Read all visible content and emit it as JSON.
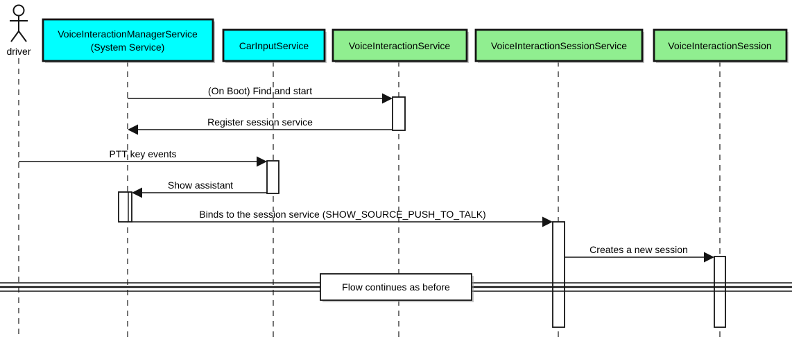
{
  "actor": {
    "name": "driver"
  },
  "participants": [
    {
      "line1": "VoiceInteractionManagerService",
      "line2": "(System Service)",
      "fill_key": "system_service_fill"
    },
    {
      "name": "CarInputService",
      "fill_key": "system_service_fill"
    },
    {
      "name": "VoiceInteractionService",
      "fill_key": "service_fill"
    },
    {
      "name": "VoiceInteractionSessionService",
      "fill_key": "service_fill"
    },
    {
      "name": "VoiceInteractionSession",
      "fill_key": "service_fill"
    }
  ],
  "messages": [
    {
      "label": "(On Boot) Find and start",
      "from": "VoiceInteractionManagerService (System Service)",
      "to": "VoiceInteractionService"
    },
    {
      "label": "Register session service",
      "from": "VoiceInteractionService",
      "to": "VoiceInteractionManagerService (System Service)"
    },
    {
      "label": "PTT key events",
      "from": "driver",
      "to": "CarInputService"
    },
    {
      "label": "Show assistant",
      "from": "CarInputService",
      "to": "VoiceInteractionManagerService (System Service)"
    },
    {
      "label": "Binds to the session service (SHOW_SOURCE_PUSH_TO_TALK)",
      "from": "VoiceInteractionManagerService (System Service)",
      "to": "VoiceInteractionSessionService"
    },
    {
      "label": "Creates a new session",
      "from": "VoiceInteractionSessionService",
      "to": "VoiceInteractionSession"
    }
  ],
  "divider": {
    "label": "Flow continues as before"
  },
  "colors": {
    "system_service_fill": "#00FFFF",
    "service_fill": "#90EE90",
    "activation_fill": "#FFFFFF",
    "line": "#161616",
    "shadow": "#999999",
    "background": "#FFFFFF"
  }
}
